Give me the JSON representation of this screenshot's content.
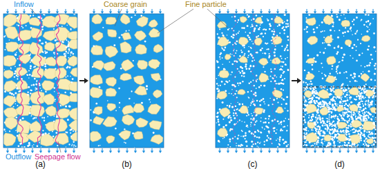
{
  "diagram": {
    "labels": [
      "Inflow",
      "Coarse grain",
      "Fine particle",
      "Outflow",
      "Seepage flow",
      "(a)",
      "(b)",
      "(c)",
      "(d)"
    ]
  }
}
